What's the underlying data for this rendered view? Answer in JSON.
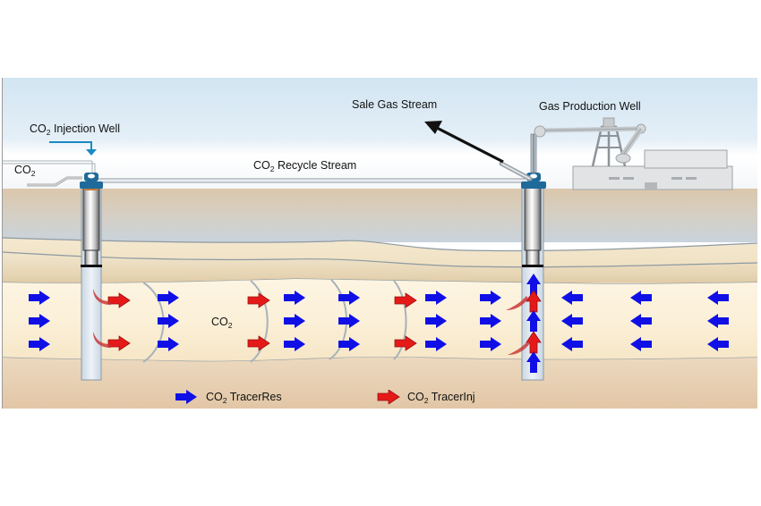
{
  "labels": {
    "injection_well": {
      "prefix": "CO",
      "sub": "2",
      "suffix": " Injection Well"
    },
    "co2_inlet": {
      "prefix": "CO",
      "sub": "2",
      "suffix": ""
    },
    "recycle_stream": {
      "prefix": "CO",
      "sub": "2",
      "suffix": " Recycle Stream"
    },
    "sale_gas_stream": "Sale Gas Stream",
    "production_well": "Gas Production Well",
    "reservoir_co2": {
      "prefix": "CO",
      "sub": "2",
      "suffix": ""
    }
  },
  "legend": [
    {
      "prefix": "CO",
      "sub": "2",
      "suffix": " TracerRes",
      "color": "#1010e6"
    },
    {
      "prefix": "CO",
      "sub": "2",
      "suffix": " TracerInj",
      "color": "#e61919"
    }
  ],
  "colors": {
    "sky_top": "#d4e6f2",
    "sky_bottom": "#ffffff",
    "reservoir_arrow": "#1010e6",
    "injection_arrow": "#e61919",
    "wellhead": "#1e6a9a",
    "inlet_arrow": "#1a8ac4"
  }
}
